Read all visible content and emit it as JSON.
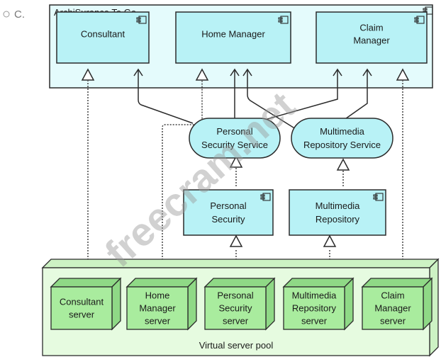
{
  "option_label": "C.",
  "container": {
    "title": "ArchiSurance To Go",
    "icon": "component-icon"
  },
  "app_components": [
    {
      "id": "consultant",
      "lines": [
        "Consultant"
      ]
    },
    {
      "id": "home-manager",
      "lines": [
        "Home Manager"
      ]
    },
    {
      "id": "claim-manager",
      "lines": [
        "Claim",
        "Manager"
      ]
    }
  ],
  "services": [
    {
      "id": "personal-security-service",
      "lines": [
        "Personal",
        "Security Service"
      ]
    },
    {
      "id": "multimedia-repository-service",
      "lines": [
        "Multimedia",
        "Repository Service"
      ]
    }
  ],
  "inner_components": [
    {
      "id": "personal-security",
      "lines": [
        "Personal",
        "Security"
      ]
    },
    {
      "id": "multimedia-repository",
      "lines": [
        "Multimedia",
        "Repository"
      ]
    }
  ],
  "pool": {
    "label": "Virtual server pool"
  },
  "servers": [
    {
      "id": "consultant-server",
      "lines": [
        "Consultant",
        "server"
      ]
    },
    {
      "id": "home-manager-server",
      "lines": [
        "Home",
        "Manager",
        "server"
      ]
    },
    {
      "id": "personal-security-server",
      "lines": [
        "Personal",
        "Security",
        "server"
      ]
    },
    {
      "id": "multimedia-repository-server",
      "lines": [
        "Multimedia",
        "Repository",
        "server"
      ]
    },
    {
      "id": "claim-manager-server",
      "lines": [
        "Claim",
        "Manager",
        "server"
      ]
    }
  ],
  "watermark": "freecram.net"
}
